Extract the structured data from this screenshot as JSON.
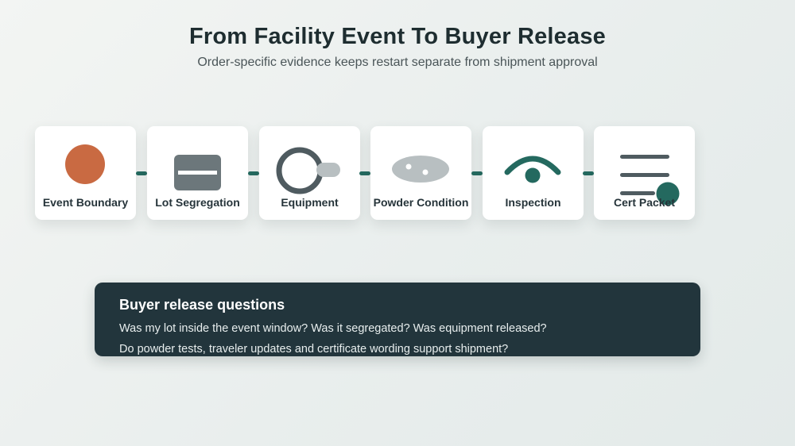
{
  "header": {
    "title": "From Facility Event To Buyer Release",
    "subtitle": "Order-specific evidence keeps restart separate from shipment approval"
  },
  "colors": {
    "accent_orange": "#c96a42",
    "teal": "#24695f",
    "slate_gray": "#6c777b",
    "light_gray": "#b8bfc1",
    "panel_bg": "#22353c"
  },
  "steps": [
    {
      "label": "Event Boundary",
      "icon": "orange-circle-icon"
    },
    {
      "label": "Lot Segregation",
      "icon": "segregation-bar-icon"
    },
    {
      "label": "Equipment",
      "icon": "equipment-ring-icon"
    },
    {
      "label": "Powder Condition",
      "icon": "powder-ellipse-icon"
    },
    {
      "label": "Inspection",
      "icon": "inspection-eye-icon"
    },
    {
      "label": "Cert Packet",
      "icon": "document-lines-icon"
    }
  ],
  "buyer_panel": {
    "heading": "Buyer release questions",
    "lines": [
      "Was my lot inside the event window? Was it segregated? Was equipment released?",
      "Do powder tests, traveler updates and certificate wording support shipment?"
    ]
  }
}
